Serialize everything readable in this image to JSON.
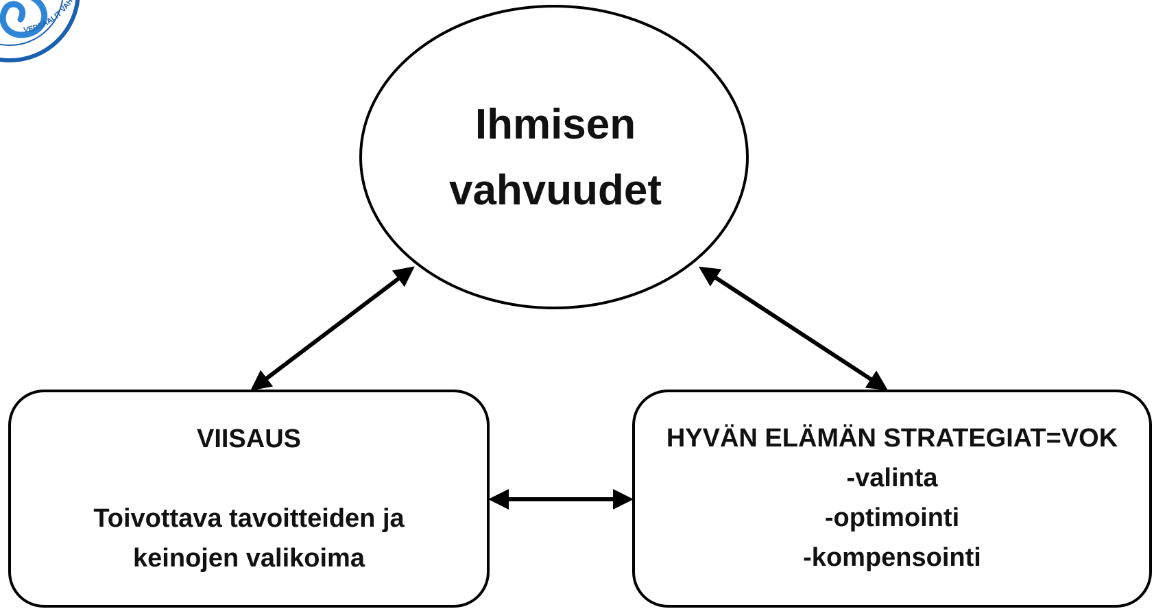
{
  "logo": {
    "text": "VERSAALIT VAHVUUDET"
  },
  "center": {
    "line1": "Ihmisen",
    "line2": "vahvuudet"
  },
  "left_box": {
    "title": "VIISAUS",
    "line1": "Toivottava tavoitteiden ja",
    "line2": "keinojen valikoima"
  },
  "right_box": {
    "title": "HYVÄN ELÄMÄN STRATEGIAT=VOK",
    "items": [
      "-valinta",
      "-optimointi",
      "-kompensointi"
    ]
  },
  "colors": {
    "stroke": "#000000",
    "logo_blue": "#1b5fb0",
    "logo_light": "#2f86d6"
  }
}
